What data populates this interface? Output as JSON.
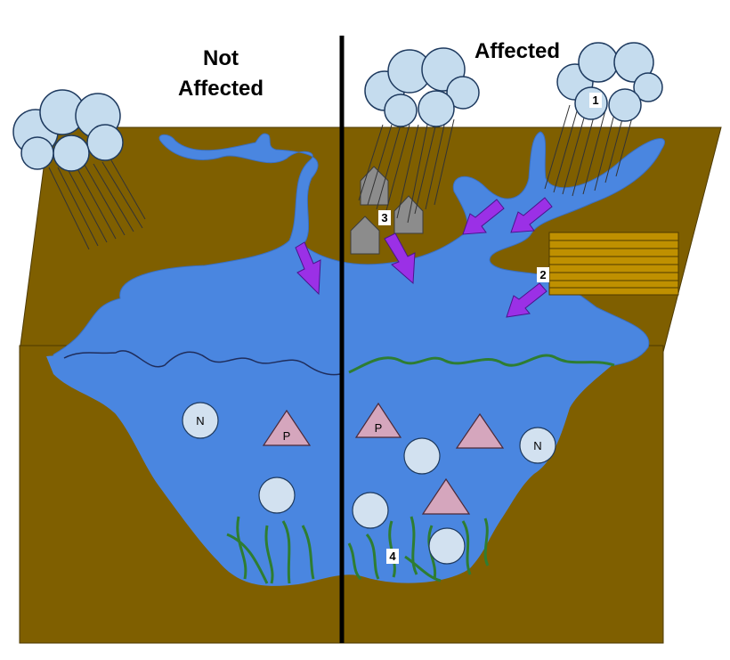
{
  "titles": {
    "left_line1": "Not",
    "left_line2": "Affected",
    "right": "Affected"
  },
  "markers": {
    "m1": "1",
    "m2": "2",
    "m3": "3",
    "m4": "4"
  },
  "shape_labels": {
    "nitrogen": "N",
    "phosphorus": "P"
  },
  "colors": {
    "soil": "#7f5f00",
    "water": "#4a86e0",
    "cloud": "#c5dcee",
    "rain": "#333333",
    "arrow": "#9b30e6",
    "nutrient_circle": "#d2e1f0",
    "nutrient_triangle": "#d5a6bd",
    "seaweed": "#2e7d32",
    "house": "#8c8c8c",
    "field": "#bf9000"
  }
}
